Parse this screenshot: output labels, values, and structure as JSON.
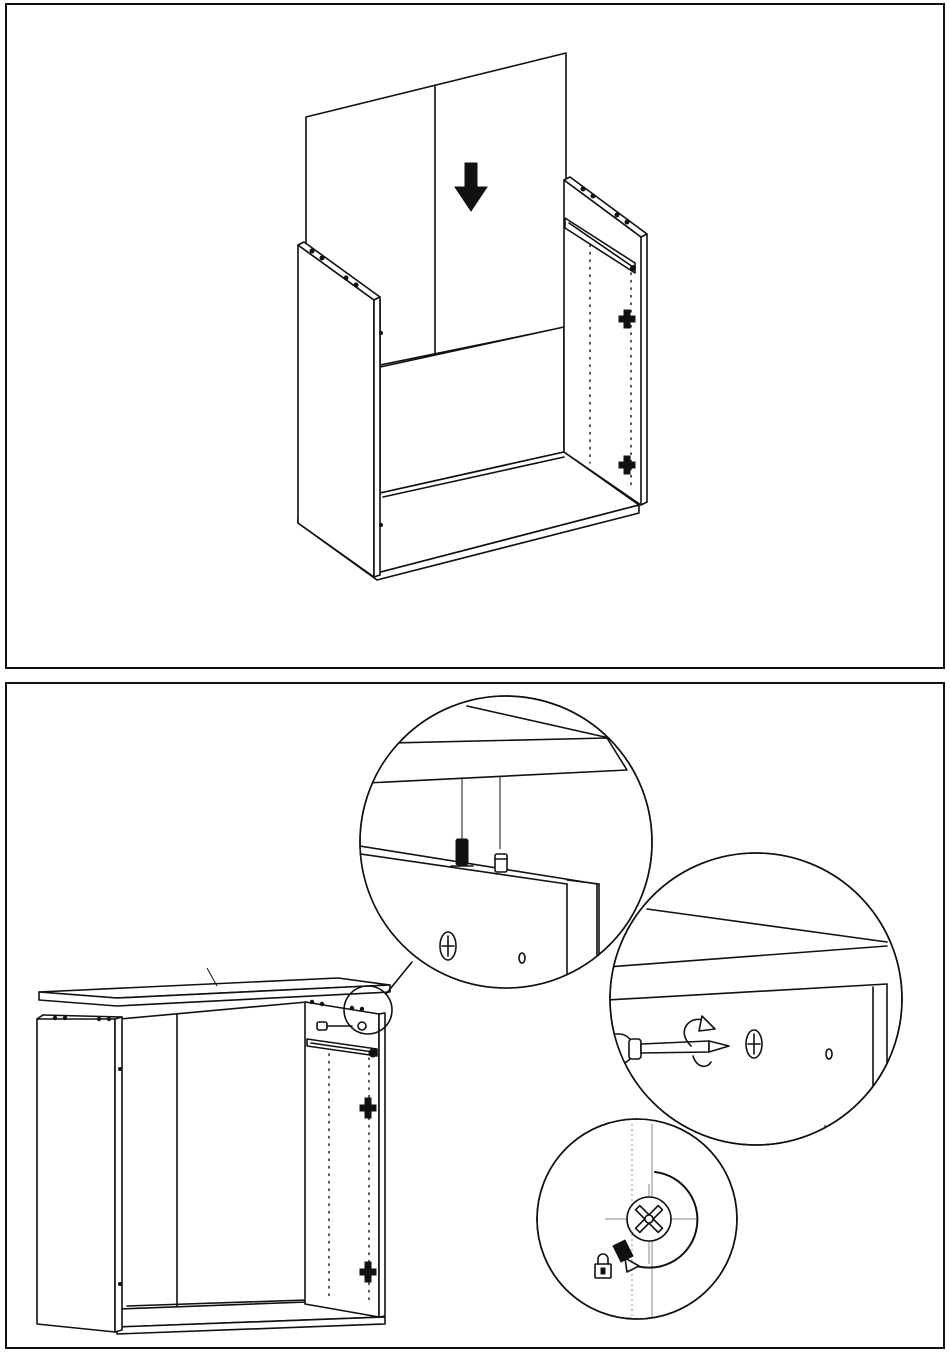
{
  "instructions": {
    "steps": [
      {
        "name": "step-insert-back-panel",
        "arrow_direction": "down",
        "parts": [
          "cabinet-carcass",
          "back-panel",
          "drawer-runner",
          "cam-fittings"
        ]
      },
      {
        "name": "step-attach-top-panel",
        "details": [
          "dowel-and-cam-bolt-detail",
          "screwdriver-tighten-detail",
          "cam-lock-detail"
        ]
      }
    ]
  },
  "icons": {
    "down-arrow": "down-arrow-icon",
    "lock": "lock-icon",
    "rotate": "rotate-arrow-icon",
    "screwdriver": "screwdriver-icon"
  },
  "colors": {
    "line": "#111111",
    "background": "#ffffff",
    "guide": "#999999"
  }
}
